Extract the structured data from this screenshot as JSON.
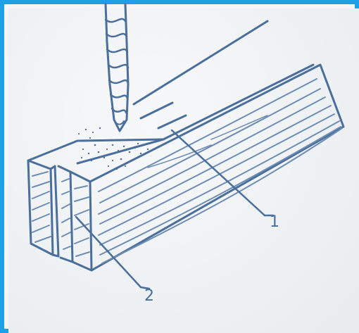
{
  "figure": {
    "border_color": "#1ea0e6",
    "ink_color": "#4a6f9c",
    "callouts": [
      {
        "id": "1",
        "label": "1"
      },
      {
        "id": "2",
        "label": "2"
      }
    ]
  }
}
